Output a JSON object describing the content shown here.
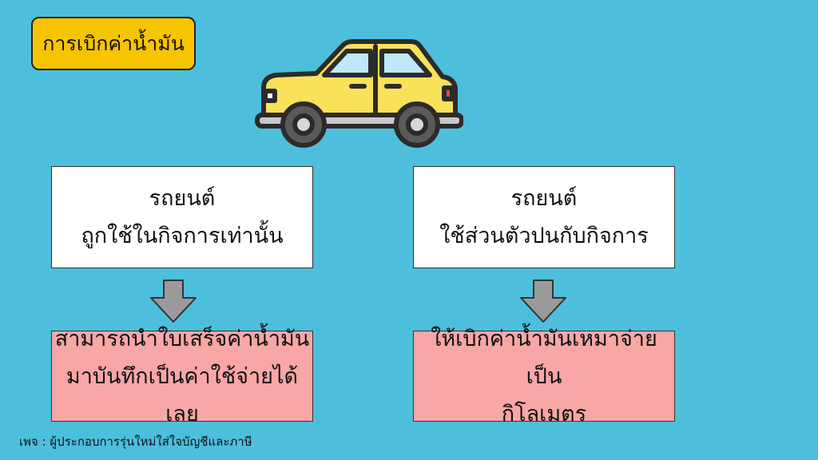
{
  "title": "การเบิกค่าน้ำมัน",
  "icons": {
    "car": "car-icon",
    "arrow": "arrow-down-icon"
  },
  "colors": {
    "background": "#4dbfdc",
    "title_badge": "#f7c400",
    "condition_box": "#ffffff",
    "result_box": "#f8a6a6",
    "arrow": "#9a9a9a",
    "car_body": "#f9e15a"
  },
  "left": {
    "condition": [
      "รถยนต์",
      "ถูกใช้ในกิจการเท่านั้น"
    ],
    "result": [
      "สามารถนำใบเสร็จค่าน้ำมัน",
      "มาบันทึกเป็นค่าใช้จ่ายได้เลย"
    ]
  },
  "right": {
    "condition": [
      "รถยนต์",
      "ใช้ส่วนตัวปนกับกิจการ"
    ],
    "result": [
      "ให้เบิกค่าน้ำมันเหมาจ่ายเป็น",
      "กิโลเมตร"
    ]
  },
  "footer": "เพจ : ผู้ประกอบการรุ่นใหม่ใส่ใจบัญชีและภาษี"
}
